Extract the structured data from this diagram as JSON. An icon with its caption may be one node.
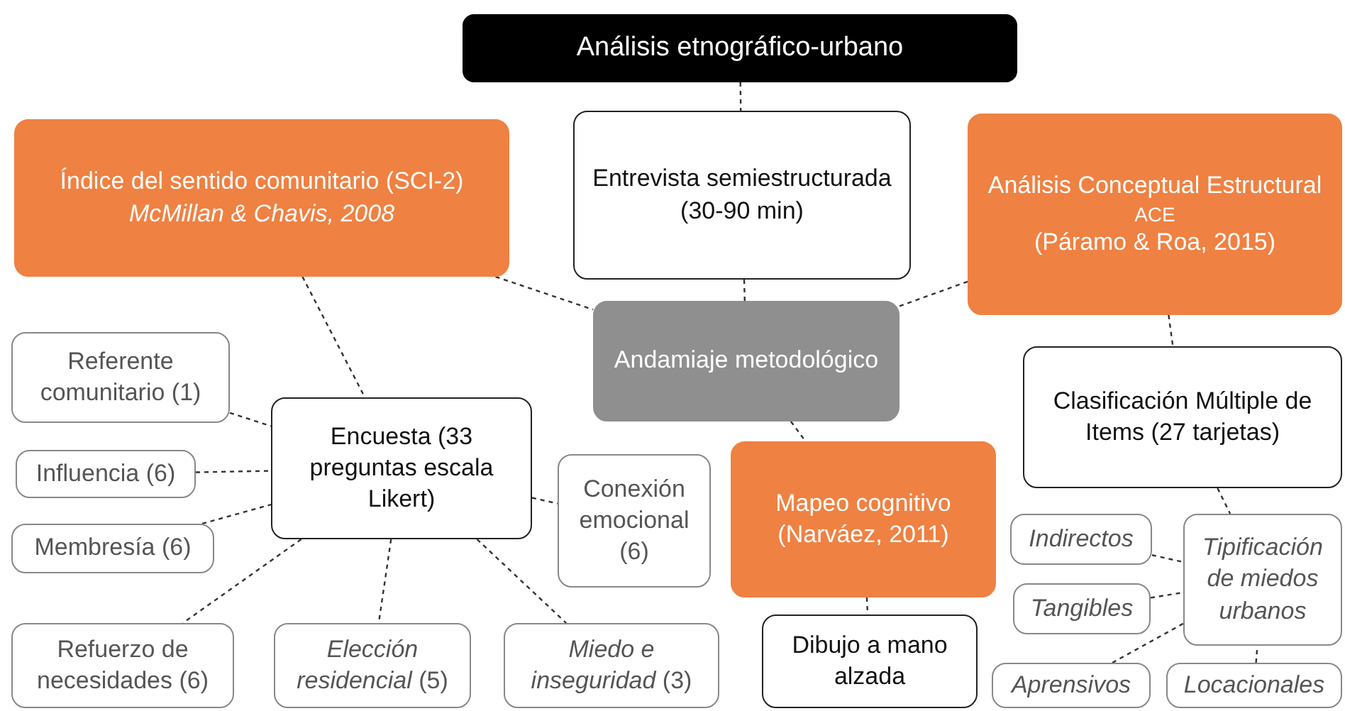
{
  "diagram": {
    "nodes": [
      {
        "text": [
          "Análisis etnográfico-urbano"
        ]
      },
      {
        "text": [
          "Índice del sentido comunitario (SCI-2)",
          "McMillan & Chavis, 2008"
        ]
      },
      {
        "text": [
          "Entrevista semiestructurada (30-90 min)"
        ]
      },
      {
        "text": [
          "Análisis Conceptual Estructural",
          "ACE",
          "(Páramo & Roa, 2015)"
        ]
      },
      {
        "text": [
          "Andamiaje metodológico"
        ]
      },
      {
        "text": [
          "Referente comunitario (1)"
        ]
      },
      {
        "text": [
          "Encuesta (33 preguntas escala Likert)"
        ]
      },
      {
        "text": [
          "Influencia (6)"
        ]
      },
      {
        "text": [
          "Membresía (6)"
        ]
      },
      {
        "text": [
          "Conexión emocional (6)"
        ]
      },
      {
        "text": [
          "Mapeo cognitivo (Narváez, 2011)"
        ]
      },
      {
        "text": [
          "Clasificación Múltiple de Items (27 tarjetas)"
        ]
      },
      {
        "text": [
          "Refuerzo de necesidades (6)"
        ]
      },
      {
        "text": [
          "*Elección residencial* (5)"
        ]
      },
      {
        "text": [
          "*Miedo e inseguridad* (3)"
        ]
      },
      {
        "text": [
          "Dibujo a mano alzada"
        ]
      },
      {
        "text": [
          "Indirectos"
        ]
      },
      {
        "text": [
          "Tipificación de miedos urbanos"
        ]
      },
      {
        "text": [
          "Tangibles"
        ]
      },
      {
        "text": [
          "Aprensivos"
        ]
      },
      {
        "text": [
          "Locacionales"
        ]
      }
    ],
    "edges": [
      {
        "from": 0,
        "to": 2,
        "arrow": "none",
        "style": "dashed"
      },
      {
        "from": 2,
        "to": 4,
        "arrow": "none",
        "style": "dashed"
      },
      {
        "from": 1,
        "to": 4,
        "arrow": "none",
        "style": "dashed"
      },
      {
        "from": 3,
        "to": 4,
        "arrow": "none",
        "style": "dashed"
      },
      {
        "from": 4,
        "to": 10,
        "arrow": "none",
        "style": "dashed"
      },
      {
        "from": 3,
        "to": 11,
        "arrow": "none",
        "style": "dashed"
      },
      {
        "from": 1,
        "to": 6,
        "arrow": "none",
        "style": "dashed"
      },
      {
        "from": 5,
        "to": 6,
        "arrow": "none",
        "style": "dashed"
      },
      {
        "from": 7,
        "to": 6,
        "arrow": "none",
        "style": "dashed"
      },
      {
        "from": 8,
        "to": 6,
        "arrow": "none",
        "style": "dashed"
      },
      {
        "from": 6,
        "to": 9,
        "arrow": "none",
        "style": "dashed"
      },
      {
        "from": 6,
        "to": 12,
        "arrow": "none",
        "style": "dashed"
      },
      {
        "from": 6,
        "to": 13,
        "arrow": "none",
        "style": "dashed"
      },
      {
        "from": 6,
        "to": 14,
        "arrow": "none",
        "style": "dashed"
      },
      {
        "from": 10,
        "to": 15,
        "arrow": "none",
        "style": "dashed"
      },
      {
        "from": 11,
        "to": 17,
        "arrow": "none",
        "style": "dashed"
      },
      {
        "from": 16,
        "to": 17,
        "arrow": "none",
        "style": "dashed"
      },
      {
        "from": 18,
        "to": 17,
        "arrow": "none",
        "style": "dashed"
      },
      {
        "from": 19,
        "to": 17,
        "arrow": "none",
        "style": "dashed"
      },
      {
        "from": 20,
        "to": 17,
        "arrow": "none",
        "style": "dashed"
      }
    ]
  }
}
